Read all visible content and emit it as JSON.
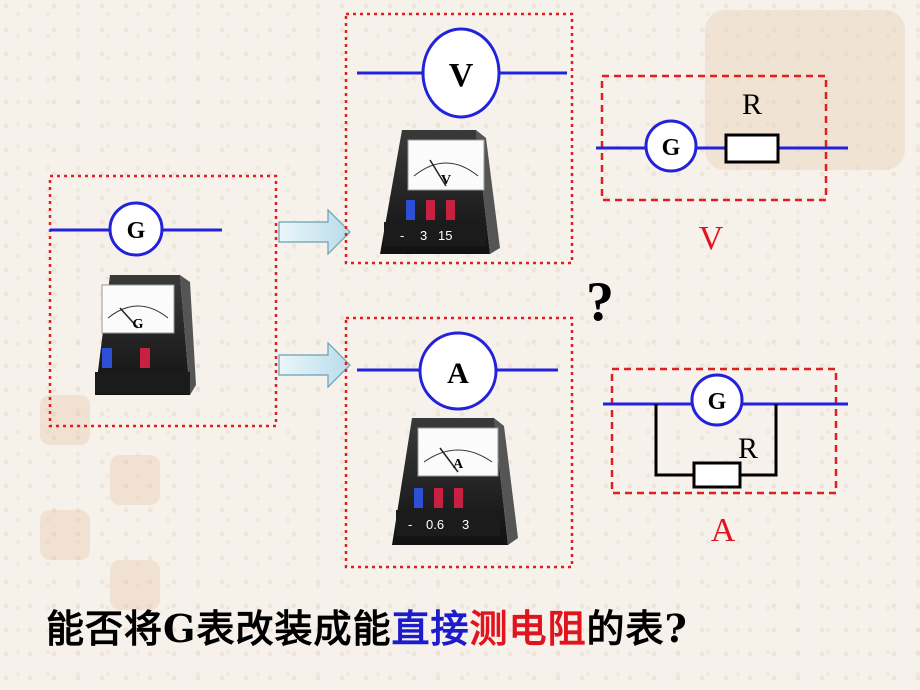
{
  "source": {
    "meter_label": "G",
    "meter_face_letter": "G"
  },
  "voltmeter": {
    "symbol_label": "V",
    "face_letter": "V",
    "terminals": [
      "-",
      "3",
      "15"
    ]
  },
  "ammeter": {
    "symbol_label": "A",
    "face_letter": "A",
    "terminals": [
      "-",
      "0.6",
      "3"
    ]
  },
  "series_circuit": {
    "meter_label": "G",
    "resistor_label": "R",
    "caption": "V"
  },
  "parallel_circuit": {
    "meter_label": "G",
    "resistor_label": "R",
    "caption": "A"
  },
  "question_mark": "?",
  "question": {
    "part1": "能否将G表改装成能",
    "part2": "直接",
    "part3": "测电阻",
    "part4": "的表?"
  },
  "colors": {
    "wire": "#2222dd",
    "dashed_border": "#e02020",
    "caption": "#e0141c",
    "highlight_blue": "#1d1ccc",
    "highlight_red": "#e0141c"
  }
}
